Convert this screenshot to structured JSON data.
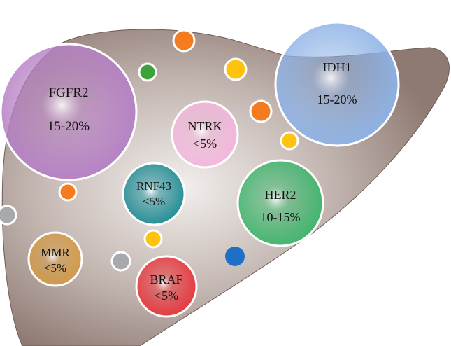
{
  "markers": [
    {
      "id": "fgfr2",
      "gene": "FGFR2",
      "frequency": "15-20%",
      "color": "#b57fc4"
    },
    {
      "id": "idh1",
      "gene": "IDH1",
      "frequency": "15-20%",
      "color": "#8eb3e6"
    },
    {
      "id": "ntrk",
      "gene": "NTRK",
      "frequency": "<5%",
      "color": "#f3b6dc"
    },
    {
      "id": "rnf43",
      "gene": "RNF43",
      "frequency": "<5%",
      "color": "#1e8c95"
    },
    {
      "id": "her2",
      "gene": "HER2",
      "frequency": "10-15%",
      "color": "#3fb56d"
    },
    {
      "id": "mmr",
      "gene": "MMR",
      "frequency": "<5%",
      "color": "#d39a46"
    },
    {
      "id": "braf",
      "gene": "BRAF",
      "frequency": "<5%",
      "color": "#e8363c"
    }
  ],
  "dots": [
    {
      "id": "orange-1",
      "color": "#f47b20"
    },
    {
      "id": "green-1",
      "color": "#3aa43a"
    },
    {
      "id": "yellow-1",
      "color": "#ffc20e"
    },
    {
      "id": "orange-2",
      "color": "#f47b20"
    },
    {
      "id": "yellow-2",
      "color": "#ffc20e"
    },
    {
      "id": "orange-3",
      "color": "#f47b20"
    },
    {
      "id": "gray-1",
      "color": "#a7a9ac"
    },
    {
      "id": "yellow-3",
      "color": "#ffc20e"
    },
    {
      "id": "gray-2",
      "color": "#a7a9ac"
    },
    {
      "id": "blue-1",
      "color": "#1f6fc7"
    }
  ],
  "liver_color": "#968079"
}
